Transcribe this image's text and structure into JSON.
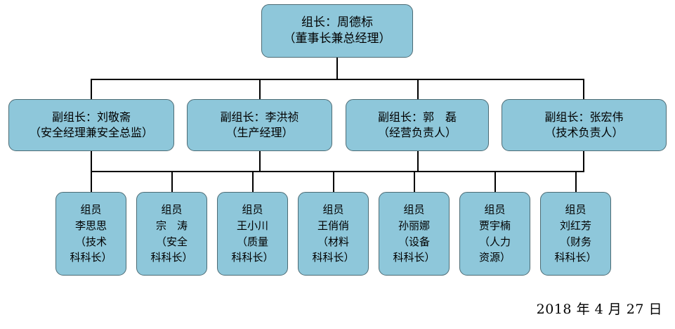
{
  "org_chart": {
    "root": {
      "lines": [
        "组长：周德标",
        "（董事长兼总经理）"
      ]
    },
    "deputies": [
      {
        "lines": [
          "副组长：刘敬斋",
          "（安全经理兼安全总监）"
        ]
      },
      {
        "lines": [
          "副组长：李洪祯",
          "（生产经理）"
        ]
      },
      {
        "lines": [
          "副组长：郭　磊",
          "（经营负责人）"
        ]
      },
      {
        "lines": [
          "副组长：张宏伟",
          "（技术负责人）"
        ]
      }
    ],
    "members": [
      {
        "lines": [
          "组员",
          "李思思",
          "（技术",
          "科科长）"
        ]
      },
      {
        "lines": [
          "组员",
          "宗　涛",
          "（安全",
          "科科长）"
        ]
      },
      {
        "lines": [
          "组员",
          "王小川",
          "（质量",
          "科科长）"
        ]
      },
      {
        "lines": [
          "组员",
          "王俏俏",
          "（材料",
          "科科长）"
        ]
      },
      {
        "lines": [
          "组员",
          "孙丽娜",
          "（设备",
          "科科长）"
        ]
      },
      {
        "lines": [
          "组员",
          "贾宇楠",
          "（人力",
          "资源）"
        ]
      },
      {
        "lines": [
          "组员",
          "刘红芳",
          "（财务",
          "科科长）"
        ]
      }
    ]
  },
  "date": "2018 年 4 月 27 日",
  "colors": {
    "box_fill": "#8EC7DA",
    "box_border": "#4C6B74",
    "connector": "#000000",
    "background": "#FFFFFF",
    "text": "#000000"
  }
}
